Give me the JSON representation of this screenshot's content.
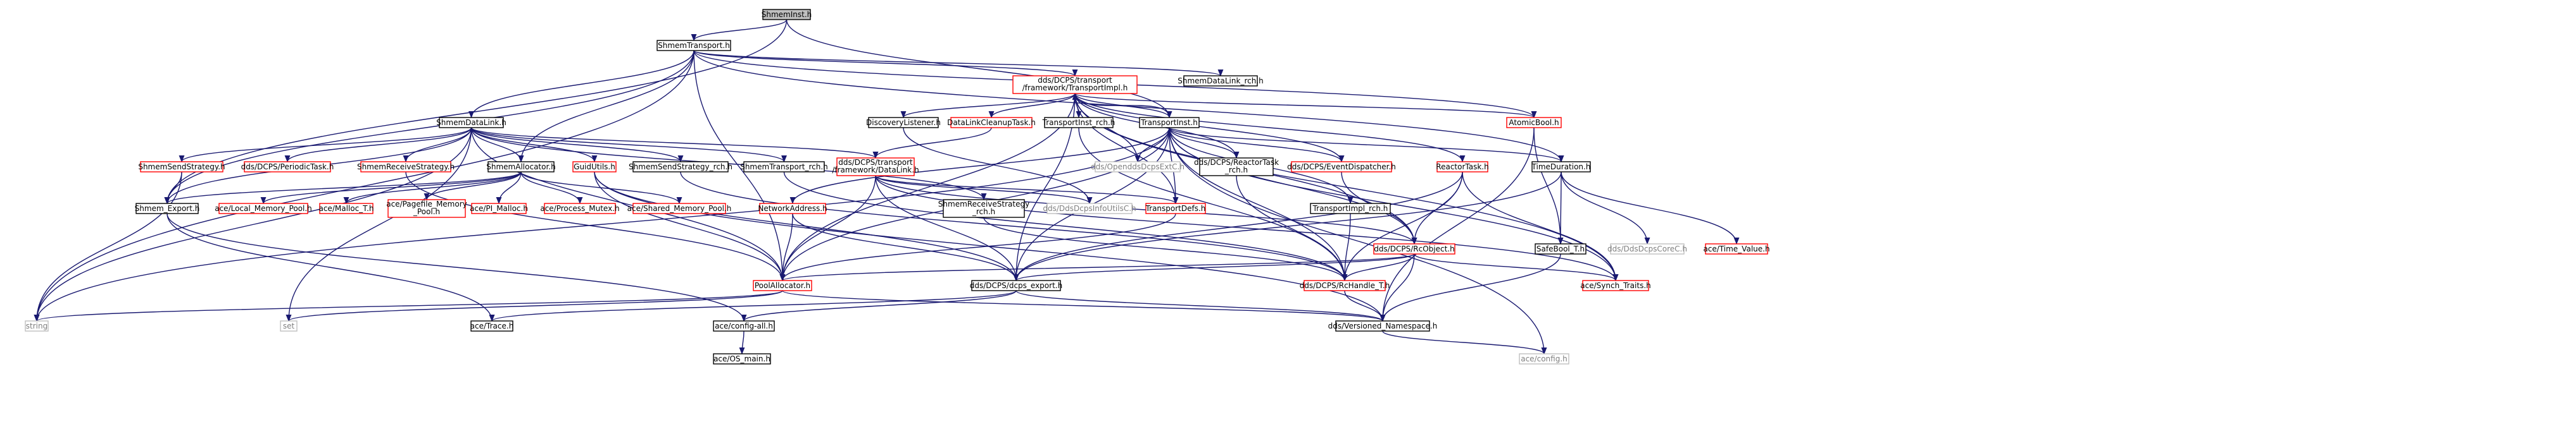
{
  "graph": {
    "title": "",
    "colors": {
      "edge": "#191970",
      "root_fill": "#bfbfbf",
      "doc_border": "#000000",
      "undoc_border": "#ff0000",
      "external_border": "#bfbfbf",
      "external_text": "#7f7f7f"
    },
    "nodes": {
      "ShmemInst_h": {
        "label": "ShmemInst.h",
        "kind": "root"
      },
      "ShmemTransport_h": {
        "label": "ShmemTransport.h",
        "kind": "doc"
      },
      "TransportImpl_h": {
        "label": [
          "dds/DCPS/transport",
          "/framework/TransportImpl.h"
        ],
        "kind": "undoc"
      },
      "ShmemDataLink_rch_h": {
        "label": "ShmemDataLink_rch.h",
        "kind": "doc"
      },
      "ShmemDataLink_h": {
        "label": "ShmemDataLink.h",
        "kind": "doc"
      },
      "DiscoveryListener_h": {
        "label": "DiscoveryListener.h",
        "kind": "doc"
      },
      "DataLinkCleanupTask_h": {
        "label": "DataLinkCleanupTask.h",
        "kind": "undoc"
      },
      "TransportInst_rch_h": {
        "label": "TransportInst_rch.h",
        "kind": "doc"
      },
      "TransportInst_h": {
        "label": "TransportInst.h",
        "kind": "doc"
      },
      "AtomicBool_h": {
        "label": "AtomicBool.h",
        "kind": "undoc"
      },
      "ShmemSendStrategy_h": {
        "label": "ShmemSendStrategy.h",
        "kind": "undoc"
      },
      "PeriodicTask_h": {
        "label": "dds/DCPS/PeriodicTask.h",
        "kind": "undoc"
      },
      "ShmemReceiveStrategy_h": {
        "label": "ShmemReceiveStrategy.h",
        "kind": "undoc"
      },
      "ShmemAllocator_h": {
        "label": "ShmemAllocator.h",
        "kind": "doc"
      },
      "GuidUtils_h": {
        "label": "GuidUtils.h",
        "kind": "undoc"
      },
      "ShmemSendStrategy_rch_h": {
        "label": "ShmemSendStrategy_rch.h",
        "kind": "doc"
      },
      "ShmemTransport_rch_h": {
        "label": "ShmemTransport_rch.h",
        "kind": "doc"
      },
      "DataLink_h": {
        "label": [
          "dds/DCPS/transport",
          "/framework/DataLink.h"
        ],
        "kind": "undoc"
      },
      "OpenddsDcpsExtC_h": {
        "label": "dds/OpenddsDcpsExtC.h",
        "kind": "external"
      },
      "ReactorTask_rch_h": {
        "label": [
          "dds/DCPS/ReactorTask",
          "_rch.h"
        ],
        "kind": "doc"
      },
      "EventDispatcher_h": {
        "label": "dds/DCPS/EventDispatcher.h",
        "kind": "undoc"
      },
      "ReactorTask_h": {
        "label": "ReactorTask.h",
        "kind": "undoc"
      },
      "TimeDuration_h": {
        "label": "TimeDuration.h",
        "kind": "doc"
      },
      "TransportImpl_rch_h": {
        "label": "TransportImpl_rch.h",
        "kind": "doc"
      },
      "Shmem_Export_h": {
        "label": "Shmem_Export.h",
        "kind": "doc"
      },
      "Local_Memory_Pool_h": {
        "label": "ace/Local_Memory_Pool.h",
        "kind": "undoc"
      },
      "Malloc_T_h": {
        "label": "ace/Malloc_T.h",
        "kind": "undoc"
      },
      "Pagefile_Memory_Pool_h": {
        "label": [
          "ace/Pagefile_Memory",
          "_Pool.h"
        ],
        "kind": "undoc"
      },
      "PI_Malloc_h": {
        "label": "ace/PI_Malloc.h",
        "kind": "undoc"
      },
      "Process_Mutex_h": {
        "label": "ace/Process_Mutex.h",
        "kind": "undoc"
      },
      "Shared_Memory_Pool_h": {
        "label": "ace/Shared_Memory_Pool.h",
        "kind": "undoc"
      },
      "NetworkAddress_h": {
        "label": "NetworkAddress.h",
        "kind": "undoc"
      },
      "ShmemReceiveStrategy_rch_h": {
        "label": [
          "ShmemReceiveStrategy",
          "_rch.h"
        ],
        "kind": "doc"
      },
      "DdsDcpsInfoUtilsC_h": {
        "label": "dds/DdsDcpsInfoUtilsC.h",
        "kind": "external"
      },
      "TransportDefs_h": {
        "label": "TransportDefs.h",
        "kind": "undoc"
      },
      "RcObject_h": {
        "label": "dds/DCPS/RcObject.h",
        "kind": "undoc"
      },
      "SafeBool_T_h": {
        "label": "SafeBool_T.h",
        "kind": "doc"
      },
      "DdsDcpsCoreC_h": {
        "label": "dds/DdsDcpsCoreC.h",
        "kind": "external"
      },
      "Time_Value_h": {
        "label": "ace/Time_Value.h",
        "kind": "undoc"
      },
      "PoolAllocator_h": {
        "label": "PoolAllocator.h",
        "kind": "undoc"
      },
      "dcps_export_h": {
        "label": "dds/DCPS/dcps_export.h",
        "kind": "doc"
      },
      "RcHandle_T_h": {
        "label": "dds/DCPS/RcHandle_T.h",
        "kind": "undoc"
      },
      "Synch_Traits_h": {
        "label": "ace/Synch_Traits.h",
        "kind": "undoc"
      },
      "string": {
        "label": "string",
        "kind": "external"
      },
      "set": {
        "label": "set",
        "kind": "external"
      },
      "Trace_h": {
        "label": "ace/Trace.h",
        "kind": "doc"
      },
      "config_all_h": {
        "label": "ace/config-all.h",
        "kind": "doc"
      },
      "Versioned_Namespace_h": {
        "label": "dds/Versioned_Namespace.h",
        "kind": "doc"
      },
      "OS_main_h": {
        "label": "ace/OS_main.h",
        "kind": "doc"
      },
      "config_h": {
        "label": "ace/config.h",
        "kind": "external"
      }
    },
    "edges": [
      [
        "ShmemInst_h",
        "ShmemTransport_h"
      ],
      [
        "ShmemInst_h",
        "TransportInst_h"
      ],
      [
        "ShmemInst_h",
        "Shmem_Export_h"
      ],
      [
        "ShmemTransport_h",
        "TransportImpl_h"
      ],
      [
        "ShmemTransport_h",
        "ShmemDataLink_rch_h"
      ],
      [
        "ShmemTransport_h",
        "ShmemDataLink_h"
      ],
      [
        "ShmemTransport_h",
        "ShmemAllocator_h"
      ],
      [
        "ShmemTransport_h",
        "AtomicBool_h"
      ],
      [
        "ShmemTransport_h",
        "TimeDuration_h"
      ],
      [
        "ShmemTransport_h",
        "Shmem_Export_h"
      ],
      [
        "ShmemTransport_h",
        "PoolAllocator_h"
      ],
      [
        "ShmemTransport_h",
        "string"
      ],
      [
        "TransportImpl_h",
        "DiscoveryListener_h"
      ],
      [
        "TransportImpl_h",
        "DataLinkCleanupTask_h"
      ],
      [
        "TransportImpl_h",
        "TransportInst_rch_h"
      ],
      [
        "TransportImpl_h",
        "TransportInst_h"
      ],
      [
        "TransportImpl_h",
        "OpenddsDcpsExtC_h"
      ],
      [
        "TransportImpl_h",
        "ReactorTask_rch_h"
      ],
      [
        "TransportImpl_h",
        "EventDispatcher_h"
      ],
      [
        "TransportImpl_h",
        "ReactorTask_h"
      ],
      [
        "TransportImpl_h",
        "AtomicBool_h"
      ],
      [
        "TransportImpl_h",
        "TransportDefs_h"
      ],
      [
        "TransportImpl_h",
        "RcObject_h"
      ],
      [
        "TransportImpl_h",
        "dcps_export_h"
      ],
      [
        "TransportImpl_h",
        "PoolAllocator_h"
      ],
      [
        "TransportImpl_h",
        "Synch_Traits_h"
      ],
      [
        "ShmemDataLink_h",
        "ShmemSendStrategy_h"
      ],
      [
        "ShmemDataLink_h",
        "PeriodicTask_h"
      ],
      [
        "ShmemDataLink_h",
        "ShmemReceiveStrategy_h"
      ],
      [
        "ShmemDataLink_h",
        "ShmemAllocator_h"
      ],
      [
        "ShmemDataLink_h",
        "GuidUtils_h"
      ],
      [
        "ShmemDataLink_h",
        "ShmemSendStrategy_rch_h"
      ],
      [
        "ShmemDataLink_h",
        "ShmemTransport_rch_h"
      ],
      [
        "ShmemDataLink_h",
        "DataLink_h"
      ],
      [
        "ShmemDataLink_h",
        "ShmemReceiveStrategy_rch_h"
      ],
      [
        "ShmemDataLink_h",
        "Shmem_Export_h"
      ],
      [
        "ShmemDataLink_h",
        "PoolAllocator_h"
      ],
      [
        "ShmemDataLink_h",
        "string"
      ],
      [
        "ShmemDataLink_h",
        "set"
      ],
      [
        "DiscoveryListener_h",
        "DdsDcpsInfoUtilsC_h"
      ],
      [
        "DataLinkCleanupTask_h",
        "DataLink_h"
      ],
      [
        "TransportInst_rch_h",
        "RcHandle_T_h"
      ],
      [
        "TransportInst_h",
        "TransportImpl_h"
      ],
      [
        "TransportInst_h",
        "TransportImpl_rch_h"
      ],
      [
        "TransportInst_h",
        "NetworkAddress_h"
      ],
      [
        "TransportInst_h",
        "OpenddsDcpsExtC_h"
      ],
      [
        "TransportInst_h",
        "ReactorTask_rch_h"
      ],
      [
        "TransportInst_h",
        "EventDispatcher_h"
      ],
      [
        "TransportInst_h",
        "TimeDuration_h"
      ],
      [
        "TransportInst_h",
        "TransportDefs_h"
      ],
      [
        "TransportInst_h",
        "RcObject_h"
      ],
      [
        "TransportInst_h",
        "dcps_export_h"
      ],
      [
        "TransportInst_h",
        "RcHandle_T_h"
      ],
      [
        "TransportInst_h",
        "Synch_Traits_h"
      ],
      [
        "TransportInst_h",
        "PoolAllocator_h"
      ],
      [
        "TransportInst_h",
        "string"
      ],
      [
        "TransportInst_h",
        "config_h"
      ],
      [
        "AtomicBool_h",
        "SafeBool_T_h"
      ],
      [
        "AtomicBool_h",
        "Versioned_Namespace_h"
      ],
      [
        "ShmemSendStrategy_h",
        "Shmem_Export_h"
      ],
      [
        "ShmemSendStrategy_h",
        "string"
      ],
      [
        "ShmemReceiveStrategy_h",
        "PoolAllocator_h"
      ],
      [
        "ShmemAllocator_h",
        "Local_Memory_Pool_h"
      ],
      [
        "ShmemAllocator_h",
        "Malloc_T_h"
      ],
      [
        "ShmemAllocator_h",
        "Pagefile_Memory_Pool_h"
      ],
      [
        "ShmemAllocator_h",
        "PI_Malloc_h"
      ],
      [
        "ShmemAllocator_h",
        "Process_Mutex_h"
      ],
      [
        "ShmemAllocator_h",
        "Shared_Memory_Pool_h"
      ],
      [
        "ShmemAllocator_h",
        "Shmem_Export_h"
      ],
      [
        "GuidUtils_h",
        "PoolAllocator_h"
      ],
      [
        "GuidUtils_h",
        "dcps_export_h"
      ],
      [
        "GuidUtils_h",
        "Versioned_Namespace_h"
      ],
      [
        "ShmemSendStrategy_rch_h",
        "RcHandle_T_h"
      ],
      [
        "ShmemTransport_rch_h",
        "RcHandle_T_h"
      ],
      [
        "DataLink_h",
        "DdsDcpsInfoUtilsC_h"
      ],
      [
        "DataLink_h",
        "TransportDefs_h"
      ],
      [
        "DataLink_h",
        "RcObject_h"
      ],
      [
        "DataLink_h",
        "PoolAllocator_h"
      ],
      [
        "DataLink_h",
        "dcps_export_h"
      ],
      [
        "DataLink_h",
        "Synch_Traits_h"
      ],
      [
        "ReactorTask_rch_h",
        "RcHandle_T_h"
      ],
      [
        "EventDispatcher_h",
        "RcObject_h"
      ],
      [
        "ReactorTask_h",
        "RcObject_h"
      ],
      [
        "ReactorTask_h",
        "RcHandle_T_h"
      ],
      [
        "ReactorTask_h",
        "Synch_Traits_h"
      ],
      [
        "ReactorTask_h",
        "dcps_export_h"
      ],
      [
        "TimeDuration_h",
        "SafeBool_T_h"
      ],
      [
        "TimeDuration_h",
        "DdsDcpsCoreC_h"
      ],
      [
        "TimeDuration_h",
        "Time_Value_h"
      ],
      [
        "TimeDuration_h",
        "dcps_export_h"
      ],
      [
        "TransportImpl_rch_h",
        "RcHandle_T_h"
      ],
      [
        "Shmem_Export_h",
        "Trace_h"
      ],
      [
        "Shmem_Export_h",
        "config_all_h"
      ],
      [
        "NetworkAddress_h",
        "PoolAllocator_h"
      ],
      [
        "NetworkAddress_h",
        "dcps_export_h"
      ],
      [
        "ShmemReceiveStrategy_rch_h",
        "RcHandle_T_h"
      ],
      [
        "TransportDefs_h",
        "PoolAllocator_h"
      ],
      [
        "RcObject_h",
        "PoolAllocator_h"
      ],
      [
        "RcObject_h",
        "dcps_export_h"
      ],
      [
        "RcObject_h",
        "RcHandle_T_h"
      ],
      [
        "RcObject_h",
        "Synch_Traits_h"
      ],
      [
        "RcObject_h",
        "Versioned_Namespace_h"
      ],
      [
        "SafeBool_T_h",
        "Versioned_Namespace_h"
      ],
      [
        "PoolAllocator_h",
        "string"
      ],
      [
        "PoolAllocator_h",
        "set"
      ],
      [
        "PoolAllocator_h",
        "Versioned_Namespace_h"
      ],
      [
        "dcps_export_h",
        "Trace_h"
      ],
      [
        "dcps_export_h",
        "config_all_h"
      ],
      [
        "dcps_export_h",
        "Versioned_Namespace_h"
      ],
      [
        "RcHandle_T_h",
        "Versioned_Namespace_h"
      ],
      [
        "config_all_h",
        "OS_main_h"
      ],
      [
        "Versioned_Namespace_h",
        "config_h"
      ]
    ]
  }
}
